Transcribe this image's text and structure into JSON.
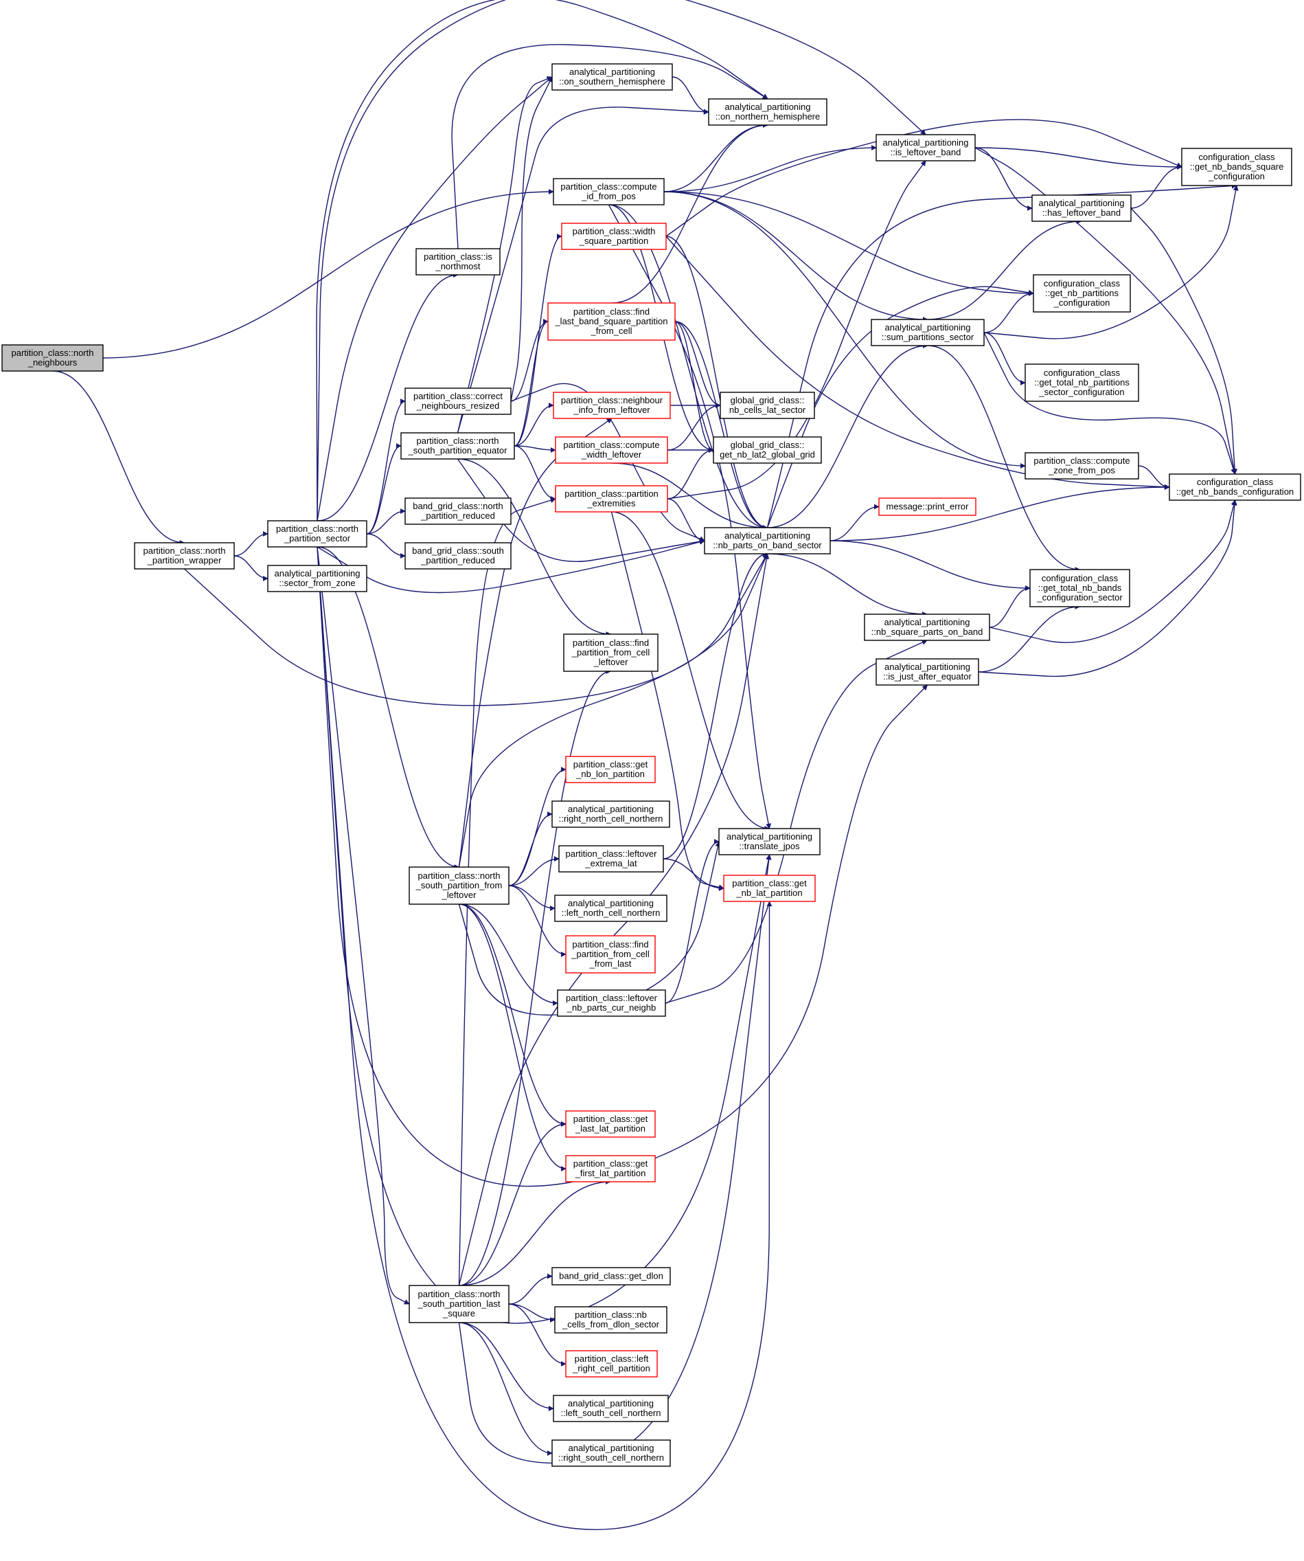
{
  "graph": {
    "colors": {
      "edge": "#191970",
      "node_border": "#000000",
      "node_border_external": "#ff0000",
      "root_fill": "#bfbfbf",
      "node_fill": "#ffffff"
    },
    "nodes": [
      {
        "id": "n_north_neighbours",
        "lines": [
          "partition_class::north",
          "_neighbours"
        ],
        "kind": "root"
      },
      {
        "id": "n_north_partition_wrapper",
        "lines": [
          "partition_class::north",
          "_partition_wrapper"
        ],
        "kind": "normal"
      },
      {
        "id": "n_north_partition_sector",
        "lines": [
          "partition_class::north",
          "_partition_sector"
        ],
        "kind": "normal"
      },
      {
        "id": "n_sector_from_zone",
        "lines": [
          "analytical_partitioning",
          "::sector_from_zone"
        ],
        "kind": "normal"
      },
      {
        "id": "n_is_northmost",
        "lines": [
          "partition_class::is",
          "_northmost"
        ],
        "kind": "normal"
      },
      {
        "id": "n_correct_neighbours_resized",
        "lines": [
          "partition_class::correct",
          "_neighbours_resized"
        ],
        "kind": "normal"
      },
      {
        "id": "n_north_south_partition_equator",
        "lines": [
          "partition_class::north",
          "_south_partition_equator"
        ],
        "kind": "normal"
      },
      {
        "id": "n_band_north_partition_reduced",
        "lines": [
          "band_grid_class::north",
          "_partition_reduced"
        ],
        "kind": "normal"
      },
      {
        "id": "n_band_south_partition_reduced",
        "lines": [
          "band_grid_class::south",
          "_partition_reduced"
        ],
        "kind": "normal"
      },
      {
        "id": "n_on_southern_hemisphere",
        "lines": [
          "analytical_partitioning",
          "::on_southern_hemisphere"
        ],
        "kind": "normal"
      },
      {
        "id": "n_on_northern_hemisphere",
        "lines": [
          "analytical_partitioning",
          "::on_northern_hemisphere"
        ],
        "kind": "normal"
      },
      {
        "id": "n_compute_id_from_pos",
        "lines": [
          "partition_class::compute",
          "_id_from_pos"
        ],
        "kind": "normal"
      },
      {
        "id": "n_width_square_partition",
        "lines": [
          "partition_class::width",
          "_square_partition"
        ],
        "kind": "external"
      },
      {
        "id": "n_find_last_band_square_partition_from_cell",
        "lines": [
          "partition_class::find",
          "_last_band_square_partition",
          "_from_cell"
        ],
        "kind": "external"
      },
      {
        "id": "n_neighbour_info_from_leftover",
        "lines": [
          "partition_class::neighbour",
          "_info_from_leftover"
        ],
        "kind": "external"
      },
      {
        "id": "n_compute_width_leftover",
        "lines": [
          "partition_class::compute",
          "_width_leftover"
        ],
        "kind": "external"
      },
      {
        "id": "n_partition_extremities",
        "lines": [
          "partition_class::partition",
          "_extremities"
        ],
        "kind": "external"
      },
      {
        "id": "n_nb_cells_lat_sector",
        "lines": [
          "global_grid_class::",
          "nb_cells_lat_sector"
        ],
        "kind": "normal"
      },
      {
        "id": "n_get_nb_lat2_global_grid",
        "lines": [
          "global_grid_class::",
          "get_nb_lat2_global_grid"
        ],
        "kind": "normal"
      },
      {
        "id": "n_nb_parts_on_band_sector",
        "lines": [
          "analytical_partitioning",
          "::nb_parts_on_band_sector"
        ],
        "kind": "normal"
      },
      {
        "id": "n_print_error",
        "lines": [
          "message::print_error"
        ],
        "kind": "external"
      },
      {
        "id": "n_is_leftover_band",
        "lines": [
          "analytical_partitioning",
          "::is_leftover_band"
        ],
        "kind": "normal"
      },
      {
        "id": "n_has_leftover_band",
        "lines": [
          "analytical_partitioning",
          "::has_leftover_band"
        ],
        "kind": "normal"
      },
      {
        "id": "n_get_nb_bands_square_configuration",
        "lines": [
          "configuration_class",
          "::get_nb_bands_square",
          "_configuration"
        ],
        "kind": "normal"
      },
      {
        "id": "n_get_nb_partitions_configuration",
        "lines": [
          "configuration_class",
          "::get_nb_partitions",
          "_configuration"
        ],
        "kind": "normal"
      },
      {
        "id": "n_sum_partitions_sector",
        "lines": [
          "analytical_partitioning",
          "::sum_partitions_sector"
        ],
        "kind": "normal"
      },
      {
        "id": "n_get_total_nb_partitions_sector_configuration",
        "lines": [
          "configuration_class",
          "::get_total_nb_partitions",
          "_sector_configuration"
        ],
        "kind": "normal"
      },
      {
        "id": "n_compute_zone_from_pos",
        "lines": [
          "partition_class::compute",
          "_zone_from_pos"
        ],
        "kind": "normal"
      },
      {
        "id": "n_get_nb_bands_configuration",
        "lines": [
          "configuration_class",
          "::get_nb_bands_configuration"
        ],
        "kind": "normal"
      },
      {
        "id": "n_get_total_nb_bands_configuration_sector",
        "lines": [
          "configuration_class",
          "::get_total_nb_bands",
          "_configuration_sector"
        ],
        "kind": "normal"
      },
      {
        "id": "n_nb_square_parts_on_band",
        "lines": [
          "analytical_partitioning",
          "::nb_square_parts_on_band"
        ],
        "kind": "normal"
      },
      {
        "id": "n_is_just_after_equator",
        "lines": [
          "analytical_partitioning",
          "::is_just_after_equator"
        ],
        "kind": "normal"
      },
      {
        "id": "n_find_partition_from_cell_leftover",
        "lines": [
          "partition_class::find",
          "_partition_from_cell",
          "_leftover"
        ],
        "kind": "normal"
      },
      {
        "id": "n_get_nb_lon_partition",
        "lines": [
          "partition_class::get",
          "_nb_lon_partition"
        ],
        "kind": "external"
      },
      {
        "id": "n_right_north_cell_northern",
        "lines": [
          "analytical_partitioning",
          "::right_north_cell_northern"
        ],
        "kind": "normal"
      },
      {
        "id": "n_leftover_extrema_lat",
        "lines": [
          "partition_class::leftover",
          "_extrema_lat"
        ],
        "kind": "normal"
      },
      {
        "id": "n_translate_jpos",
        "lines": [
          "analytical_partitioning",
          "::translate_jpos"
        ],
        "kind": "normal"
      },
      {
        "id": "n_get_nb_lat_partition",
        "lines": [
          "partition_class::get",
          "_nb_lat_partition"
        ],
        "kind": "external"
      },
      {
        "id": "n_north_south_partition_from_leftover",
        "lines": [
          "partition_class::north",
          "_south_partition_from",
          "_leftover"
        ],
        "kind": "normal"
      },
      {
        "id": "n_left_north_cell_northern",
        "lines": [
          "analytical_partitioning",
          "::left_north_cell_northern"
        ],
        "kind": "normal"
      },
      {
        "id": "n_find_partition_from_cell_from_last",
        "lines": [
          "partition_class::find",
          "_partition_from_cell",
          "_from_last"
        ],
        "kind": "external"
      },
      {
        "id": "n_leftover_nb_parts_cur_neighb",
        "lines": [
          "partition_class::leftover",
          "_nb_parts_cur_neighb"
        ],
        "kind": "normal"
      },
      {
        "id": "n_get_last_lat_partition",
        "lines": [
          "partition_class::get",
          "_last_lat_partition"
        ],
        "kind": "external"
      },
      {
        "id": "n_get_first_lat_partition",
        "lines": [
          "partition_class::get",
          "_first_lat_partition"
        ],
        "kind": "external"
      },
      {
        "id": "n_get_dlon",
        "lines": [
          "band_grid_class::get_dlon"
        ],
        "kind": "normal"
      },
      {
        "id": "n_north_south_partition_last_square",
        "lines": [
          "partition_class::north",
          "_south_partition_last",
          "_square"
        ],
        "kind": "normal"
      },
      {
        "id": "n_nb_cells_from_dlon_sector",
        "lines": [
          "partition_class::nb",
          "_cells_from_dlon_sector"
        ],
        "kind": "normal"
      },
      {
        "id": "n_left_right_cell_partition",
        "lines": [
          "partition_class::left",
          "_right_cell_partition"
        ],
        "kind": "external"
      },
      {
        "id": "n_left_south_cell_northern",
        "lines": [
          "analytical_partitioning",
          "::left_south_cell_northern"
        ],
        "kind": "normal"
      },
      {
        "id": "n_right_south_cell_northern",
        "lines": [
          "analytical_partitioning",
          "::right_south_cell_northern"
        ],
        "kind": "normal"
      }
    ]
  }
}
